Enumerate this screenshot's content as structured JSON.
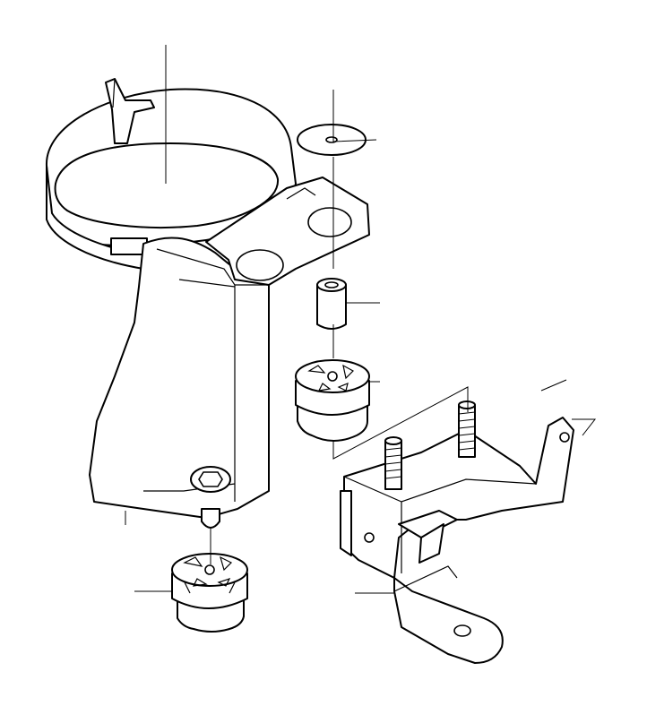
{
  "diagram": {
    "type": "exploded-parts-illustration",
    "background": "#ffffff",
    "line_color": "#000000",
    "parts": [
      "clamp-bracket",
      "washer",
      "spacer-sleeve",
      "rubber-mount-upper",
      "rubber-mount-lower",
      "mounting-bracket-with-studs"
    ]
  }
}
